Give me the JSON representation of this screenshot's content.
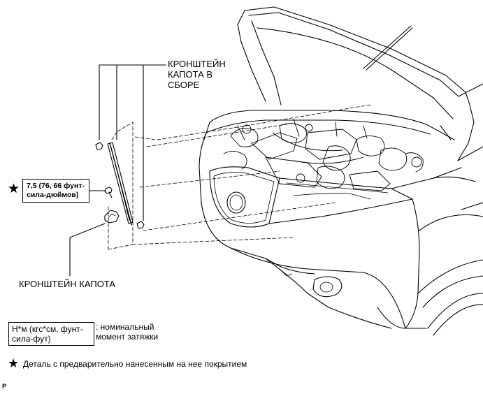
{
  "labels": {
    "hood_support_assy": "КРОНШТЕЙН\nКАПОТА В\nСБОРЕ",
    "hood_support": "КРОНШТЕЙН КАПОТА",
    "torque_spec": "7,5 (76, 66 фунт-\nсила-дюймов)"
  },
  "legend": {
    "units": "Н*м (кгс*см, фунт-\nсила-фут)",
    "units_desc": ": номинальный\nмомент затяжки",
    "precoated_star": "★",
    "precoated_text": "Деталь с предварительно нанесенным на нее покрытием"
  },
  "torque_star": "★",
  "diagram_code": "P"
}
